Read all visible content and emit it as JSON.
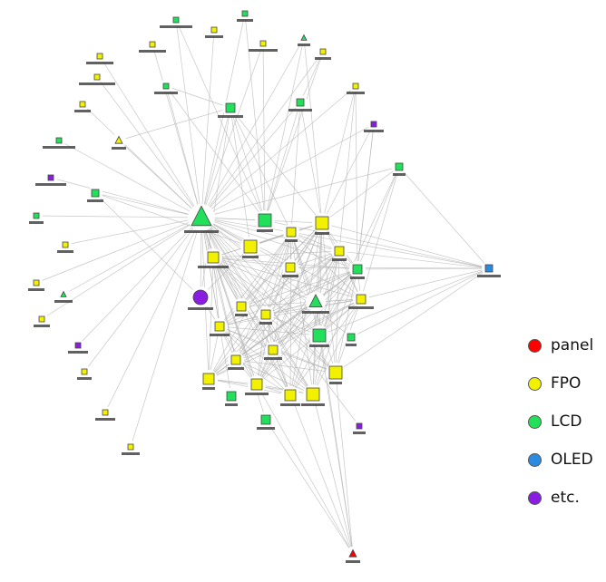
{
  "legend": [
    {
      "label": "panel",
      "color": "#ff0000"
    },
    {
      "label": "FPO",
      "color": "#f2f200"
    },
    {
      "label": "LCD",
      "color": "#22e05a"
    },
    {
      "label": "OLED",
      "color": "#2a8be0"
    },
    {
      "label": "etc.",
      "color": "#8a1ee0"
    }
  ],
  "node_labels": "Hangul node labels are too small to read in the screenshot and are drawn as unreadable text placeholders"
}
